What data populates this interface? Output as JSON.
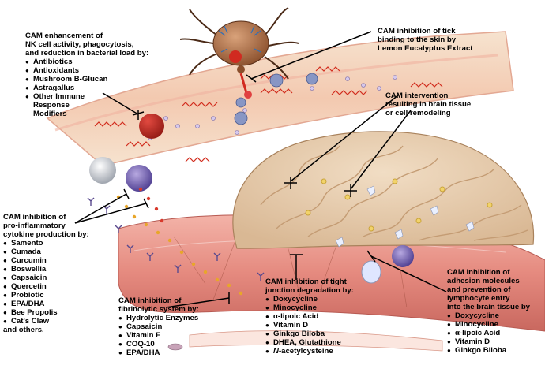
{
  "tick_inhibition": {
    "lines": [
      "CAM inhibition of tick",
      "binding to the skin by",
      "Lemon Eucalyptus Extract"
    ]
  },
  "nk_enhancement": {
    "lines": [
      "CAM enhancement of",
      "NK cell activity, phagocytosis,",
      "and reduction in bacterial load by:"
    ],
    "items": [
      "Antibiotics",
      "Antioxidants",
      "Mushroom B-Glucan",
      "Astragallus",
      "Other Immune",
      "Response",
      "Modifiers"
    ]
  },
  "brain_remodeling": {
    "lines": [
      "CAM intervention",
      "resulting in brain tissue",
      "or cell remodeling"
    ]
  },
  "cytokine_inhibition": {
    "lines": [
      "CAM inhibition of",
      "pro-inflammatory",
      "cytokine production by:"
    ],
    "items": [
      "Samento",
      "Cumada",
      "Curcumin",
      "Boswellia",
      "Capsaicin",
      "Quercetin",
      "Probiotic",
      "EPA/DHA",
      "Bee Propolis",
      "Cat's Claw"
    ],
    "tail": "and others."
  },
  "fibrinolytic_inhibition": {
    "lines": [
      "CAM inhibition of",
      "fibrinolytic system by:"
    ],
    "items": [
      "Hydrolytic Enzymes",
      "Capsaicin",
      "Vitamin E",
      "COQ-10",
      "EPA/DHA"
    ]
  },
  "tight_junction_inhibition": {
    "lines": [
      "CAM inhibition of tight",
      "junction degradation by:"
    ],
    "items": [
      "Doxycycline",
      "Minocycline",
      "α-lipoic Acid",
      "Vitamin D",
      "Ginkgo Biloba",
      "DHEA, Glutathione"
    ],
    "last_prefix": "N",
    "last_suffix": "-acetylcysteine"
  },
  "adhesion_inhibition": {
    "lines": [
      "CAM inhibition of",
      "adhesion molecules",
      "and prevention of",
      "lymphocyte entry",
      "into the brain tissue by"
    ],
    "items": [
      "Doxycycline",
      "Minocycline",
      "α-lipoic Acid",
      "Vitamin D",
      "Ginkgo Biloba"
    ]
  }
}
